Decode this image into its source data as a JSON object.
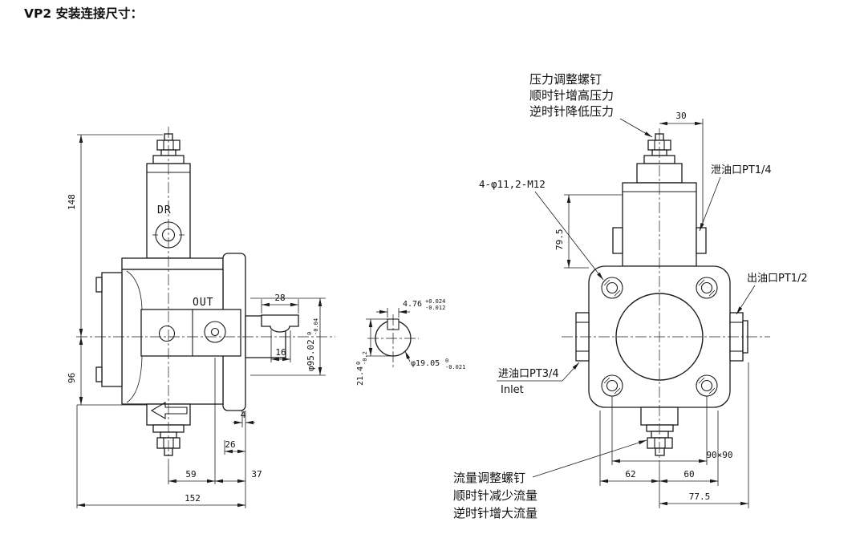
{
  "page": {
    "title": "VP2 安装连接尺寸："
  },
  "side_view": {
    "port_label_dr": "DR",
    "port_label_out": "OUT",
    "dim_height_top": "148",
    "dim_height_bottom": "96",
    "dim_key_width": "28",
    "dim_key_depth": "16",
    "dim_pilot_dia": "φ95.02",
    "dim_pilot_tol_upper": "0",
    "dim_pilot_tol_lower": "-0.04",
    "dim_offset_4": "4",
    "dim_offset_26": "26",
    "dim_span_59": "59",
    "dim_span_37": "37",
    "dim_total_width": "152"
  },
  "shaft_detail": {
    "dim_key": "4.76",
    "dim_key_tol_upper": "+0.024",
    "dim_key_tol_lower": "-0.012",
    "dim_shaft_dia": "φ19.05",
    "dim_shaft_tol_upper": "0",
    "dim_shaft_tol_lower": "-0.021",
    "dim_key_height": "21.4",
    "dim_key_height_tol_upper": "0",
    "dim_key_height_tol_lower": "-0.2"
  },
  "front_view": {
    "dim_top_offset": "30",
    "dim_neck_height": "79.5",
    "dim_bolt_square": "90×90",
    "dim_left_span": "62",
    "dim_right_span": "60",
    "dim_outlet_span": "77.5",
    "callout_pressure_1": "压力调整螺钉",
    "callout_pressure_2": "顺时针增高压力",
    "callout_pressure_3": "逆时针降低压力",
    "callout_bolts": "4-φ11,2-M12",
    "callout_drain": "泄油口PT1/4",
    "callout_outlet": "出油口PT1/2",
    "callout_inlet": "进油口PT3/4",
    "callout_inlet_en": "Inlet",
    "callout_flow_1": "流量调整螺钉",
    "callout_flow_2": "顺时针减少流量",
    "callout_flow_3": "逆时针增大流量"
  }
}
